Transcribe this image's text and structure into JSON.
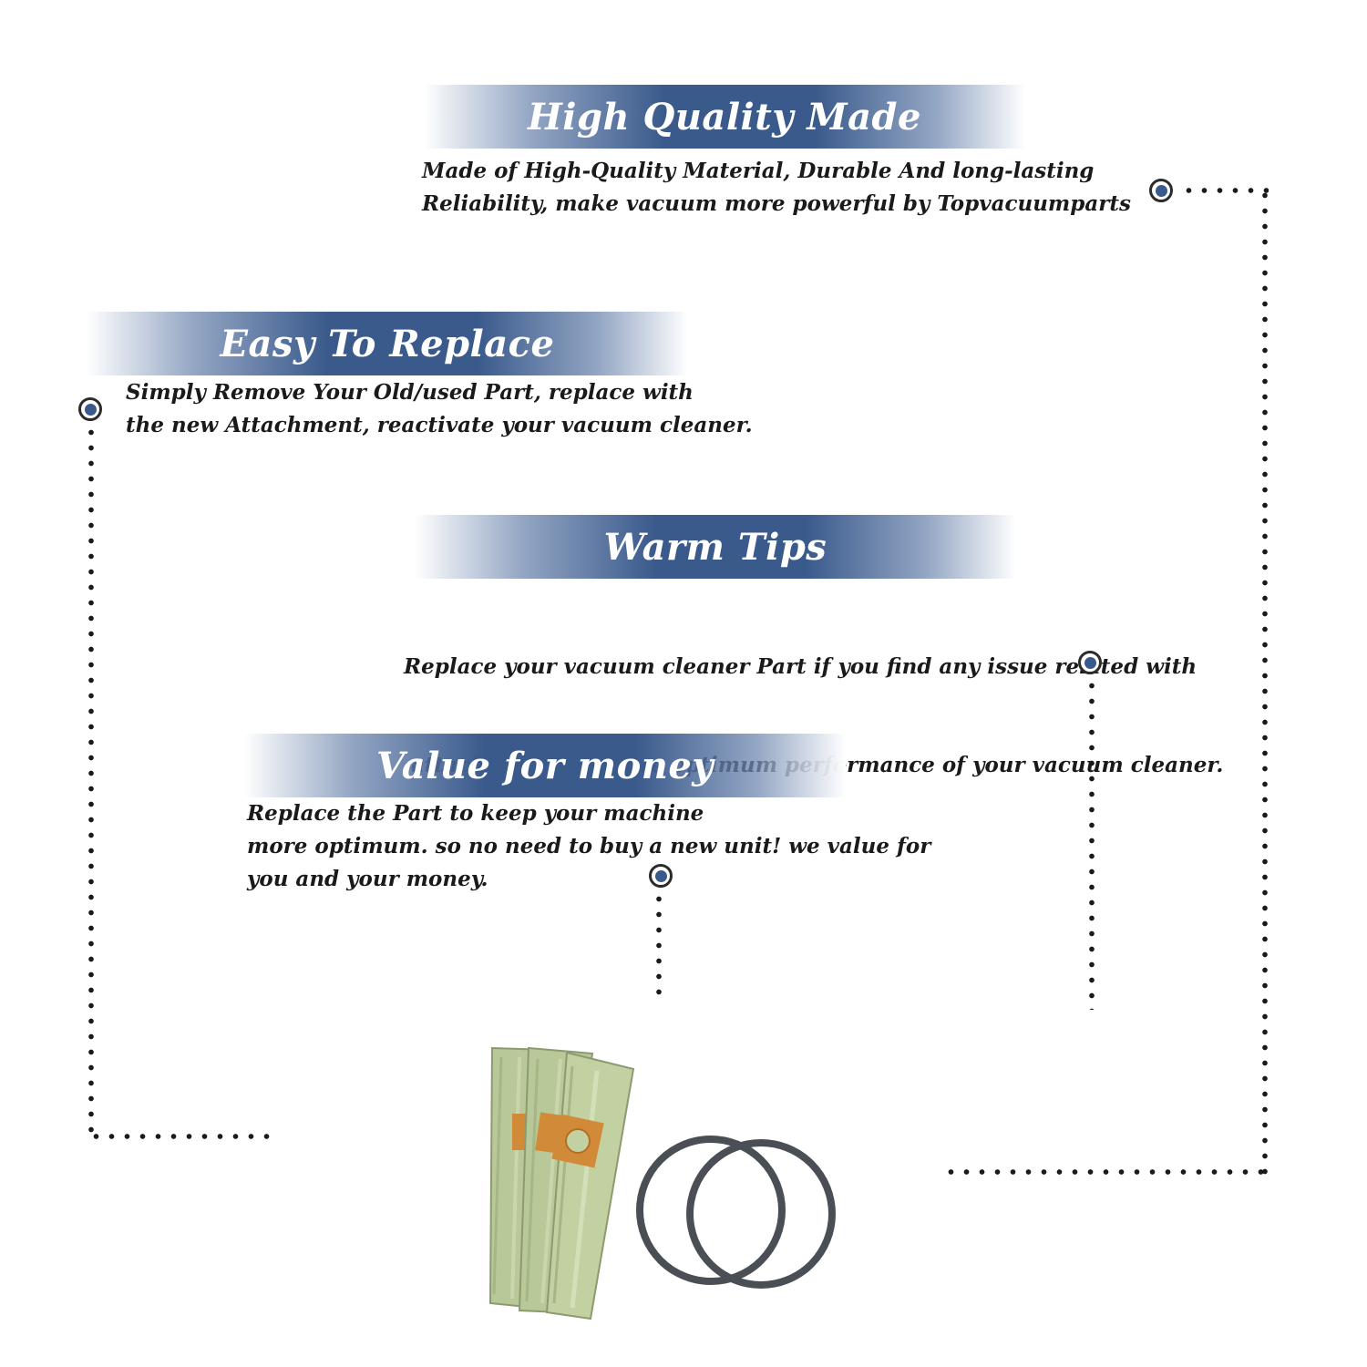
{
  "sections": [
    {
      "title": "High Quality Made",
      "lines": [
        "Made of  High-Quality Material, Durable And long-lasting",
        "Reliability, make vacuum more powerful by Topvacuumparts"
      ]
    },
    {
      "title": "Easy To Replace",
      "lines": [
        "Simply Remove Your Old/used Part, replace with",
        "the new Attachment, reactivate your vacuum cleaner."
      ]
    },
    {
      "title": "Warm Tips",
      "lines": [
        "Replace your vacuum cleaner Part if you find any issue related with",
        " attachment to ensure optimum performance of your vacuum cleaner."
      ]
    },
    {
      "title": "Value for money",
      "lines": [
        "Replace the Part to keep your machine",
        "more optimum. so no need to buy a new unit! we value for",
        "you and your money."
      ]
    }
  ],
  "colors": {
    "banner": "#3a5a8c",
    "marker": "#3a5a8c",
    "bag": "#b9c898",
    "bag_patch": "#d08a38",
    "belt": "#4a4f55"
  },
  "icons": {
    "marker": "target-dot-icon",
    "product": "vacuum-bags-and-belts"
  }
}
